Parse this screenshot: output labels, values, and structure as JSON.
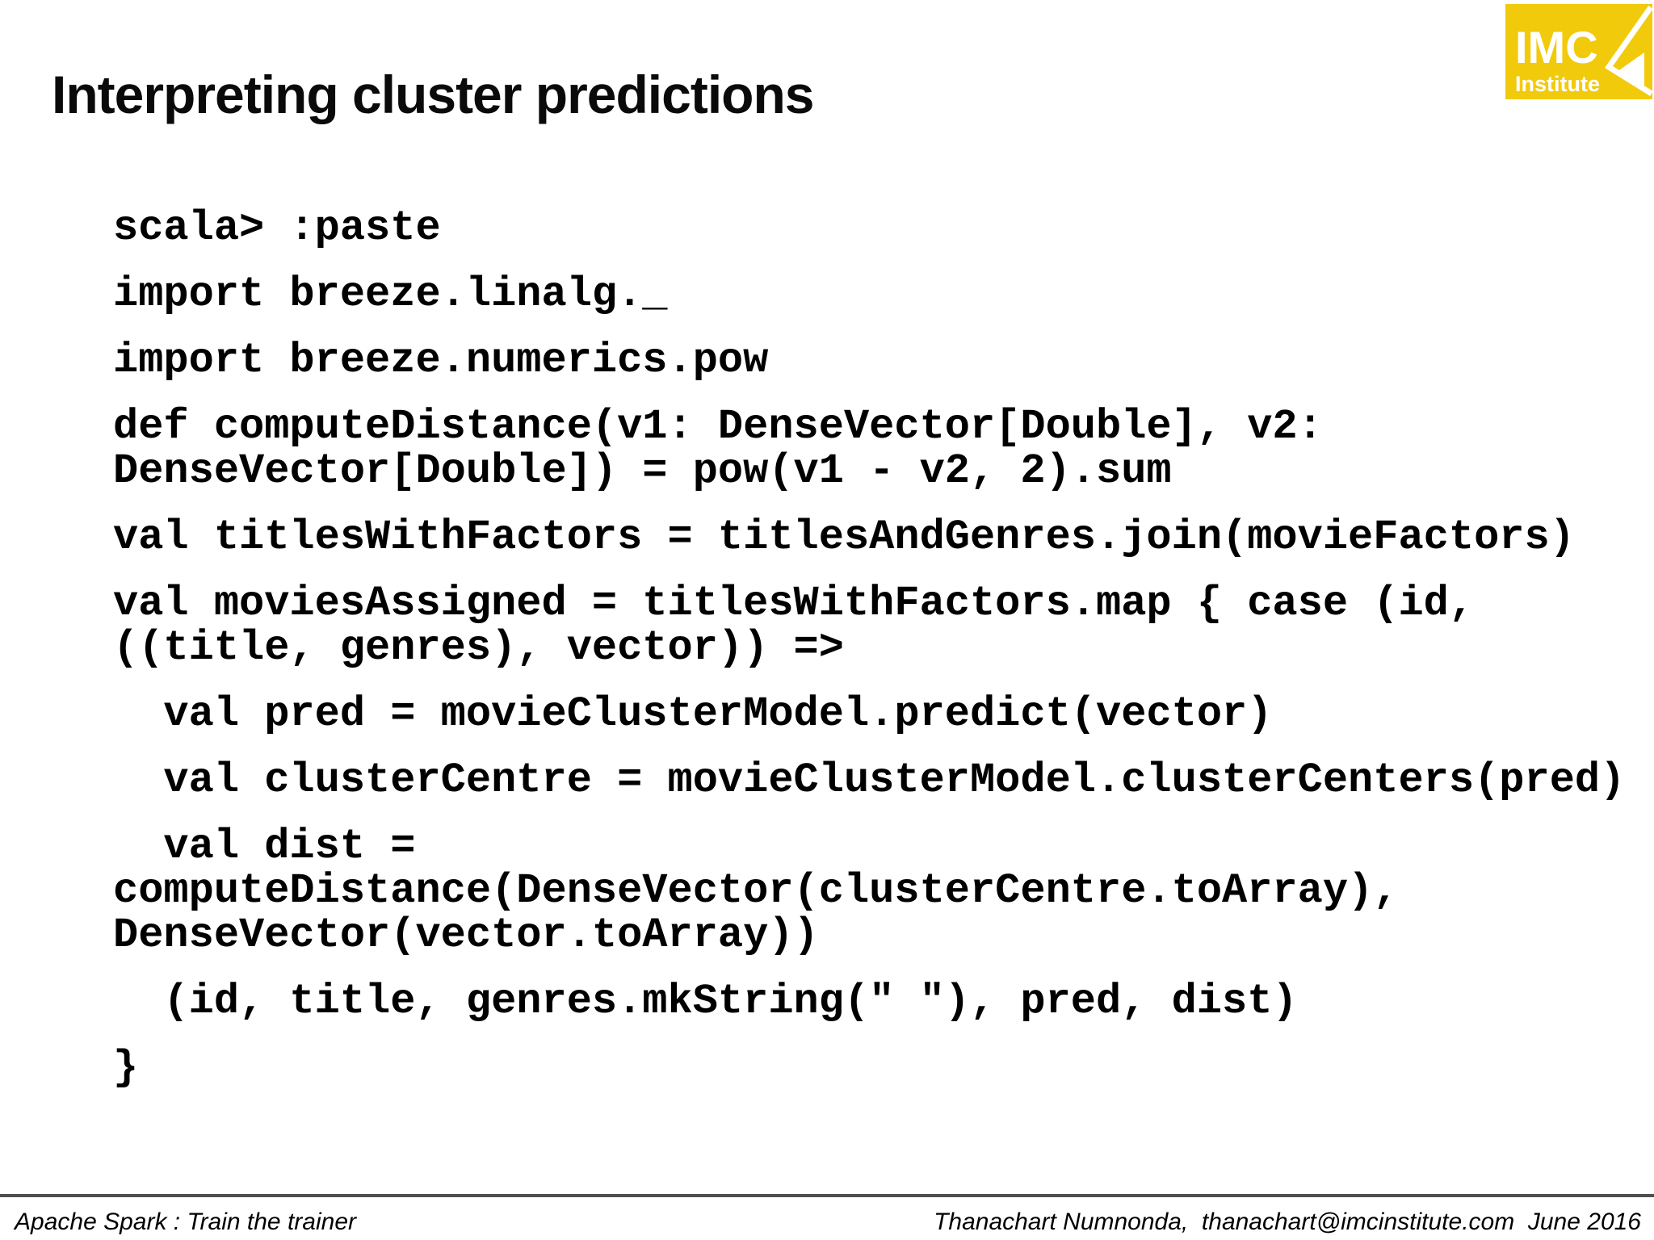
{
  "slide": {
    "title": "Interpreting cluster predictions",
    "logo": {
      "line1": "IMC",
      "line2": "Institute",
      "bg_color": "#F2CA0C",
      "mark_color": "#FFFFFF",
      "chevron_icon": "chevron-left-icon"
    },
    "code": {
      "paragraphs": [
        {
          "lines": [
            "scala> :paste"
          ]
        },
        {
          "lines": [
            "import breeze.linalg._"
          ]
        },
        {
          "lines": [
            "import breeze.numerics.pow"
          ]
        },
        {
          "lines": [
            "def computeDistance(v1: DenseVector[Double], v2:",
            "DenseVector[Double]) = pow(v1 - v2, 2).sum"
          ]
        },
        {
          "lines": [
            "val titlesWithFactors = titlesAndGenres.join(movieFactors)"
          ]
        },
        {
          "lines": [
            "val moviesAssigned = titlesWithFactors.map { case (id,",
            "((title, genres), vector)) =>"
          ]
        },
        {
          "lines": [
            "  val pred = movieClusterModel.predict(vector)"
          ]
        },
        {
          "lines": [
            "  val clusterCentre = movieClusterModel.clusterCenters(pred)"
          ]
        },
        {
          "lines": [
            "  val dist =",
            "computeDistance(DenseVector(clusterCentre.toArray),",
            "DenseVector(vector.toArray))"
          ]
        },
        {
          "lines": [
            "  (id, title, genres.mkString(\" \"), pred, dist)"
          ]
        },
        {
          "lines": [
            "}"
          ]
        }
      ]
    },
    "footer": {
      "left": "Apache Spark : Train the trainer",
      "right": "Thanachart Numnonda,  thanachart@imcinstitute.com  June 2016",
      "rule_color": "#4F4F4F"
    }
  }
}
